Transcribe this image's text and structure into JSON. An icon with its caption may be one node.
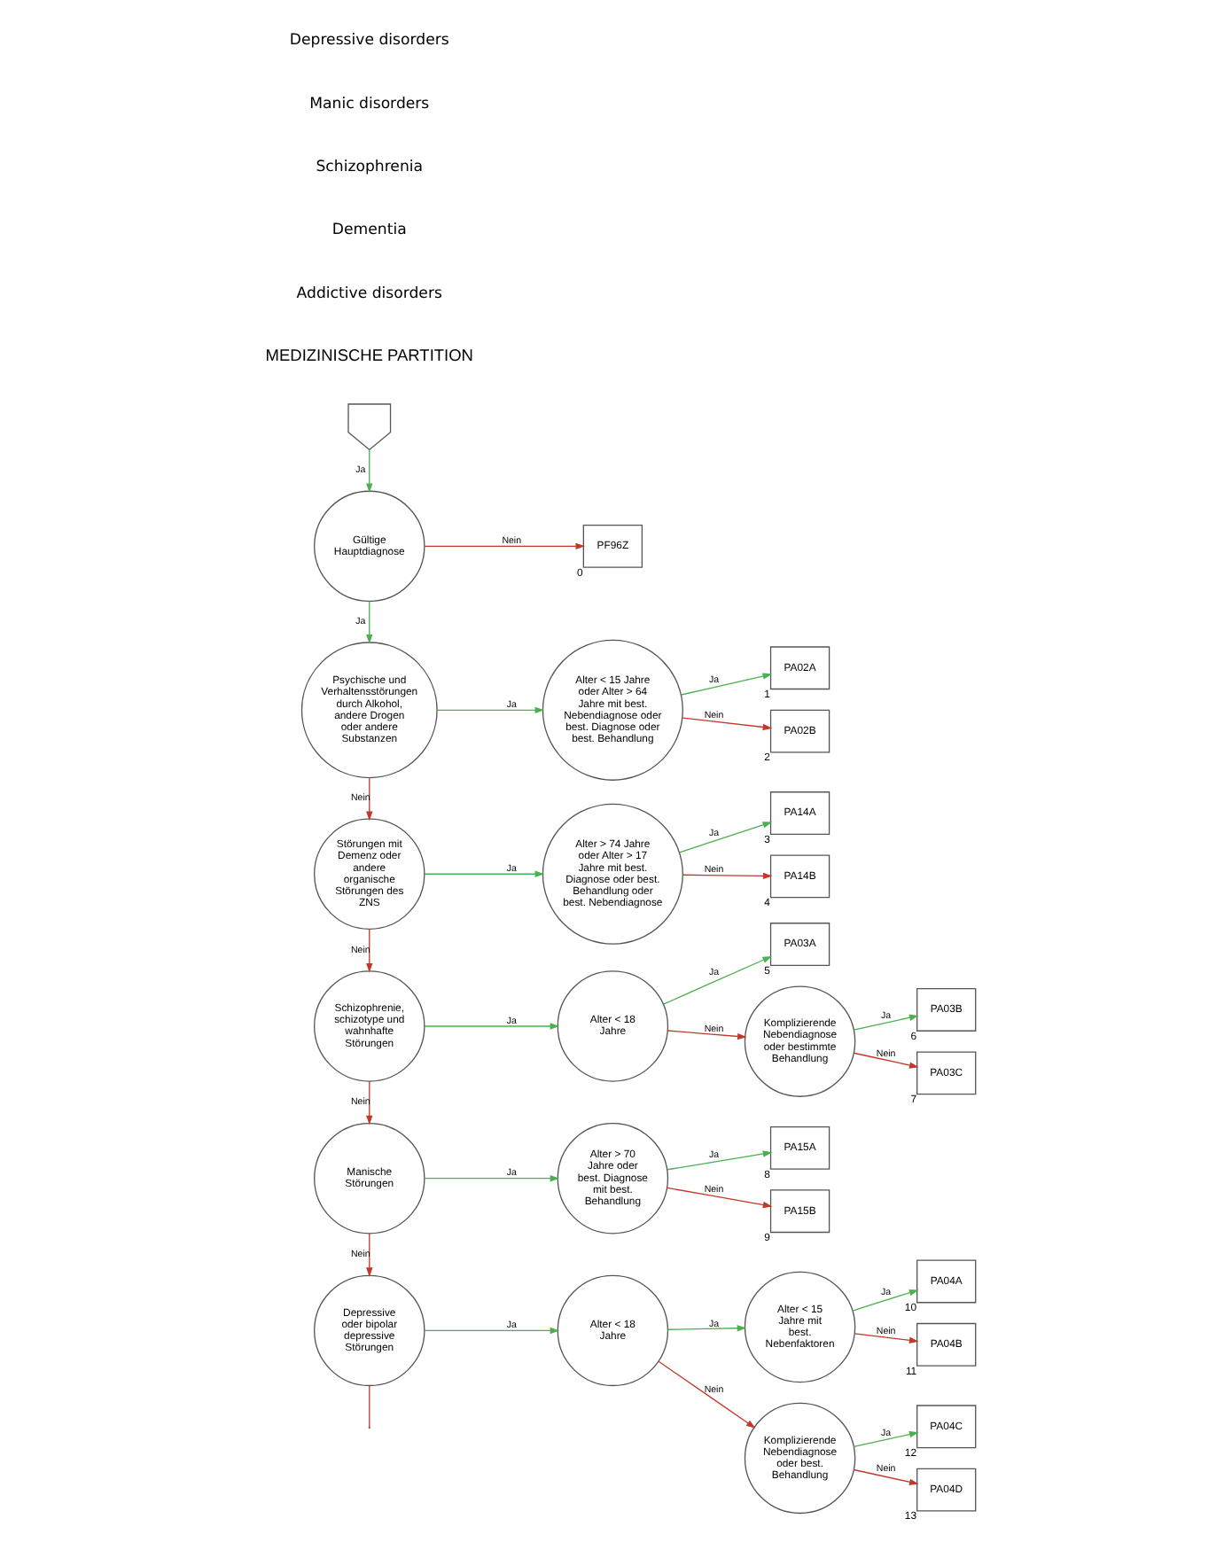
{
  "diagram": {
    "nodes": [
      {
        "text": [],
        "shape": "pentagon"
      },
      {
        "text": [
          "Gültige Hauptdiagnose"
        ]
      },
      {
        "text": [
          "PF96Z"
        ],
        "beside": [
          "0"
        ]
      },
      {
        "text": [
          "Psychische und Verhaltensstörungen durch Alkohol, andere Drogen oder andere Substanzen"
        ]
      },
      {
        "text": [
          "Alter < 15 Jahre oder Alter > 64 Jahre mit best. Nebendiagnose oder best. Diagnose oder best. Behandlung"
        ]
      },
      {
        "text": [
          "PA02A"
        ],
        "beside": [
          "1"
        ]
      },
      {
        "text": [
          "PA02B"
        ],
        "beside": [
          "2"
        ]
      },
      {
        "text": [
          "Störungen mit Demenz oder andere organische Störungen des ZNS"
        ]
      },
      {
        "text": [
          "Alter > 74 Jahre oder Alter > 17 Jahre mit best. Diagnose oder best. Behandlung oder best. Nebendiagnose"
        ]
      },
      {
        "text": [
          "PA14A"
        ],
        "beside": [
          "3"
        ]
      },
      {
        "text": [
          "PA14B"
        ],
        "beside": [
          "4"
        ]
      },
      {
        "text": [
          "Schizophrenie, schizotype und wahnhafte Störungen"
        ]
      },
      {
        "text": [
          "Alter < 18 Jahre"
        ]
      },
      {
        "text": [
          "PA03A"
        ],
        "beside": [
          "5"
        ]
      },
      {
        "text": [
          "Komplizierende Nebendiagnose oder bestimmte Behandlung"
        ]
      },
      {
        "text": [
          "PA03B"
        ],
        "beside": [
          "6"
        ]
      },
      {
        "text": [
          "PA03C"
        ],
        "beside": [
          "7"
        ]
      },
      {
        "text": [
          "Manische Störungen"
        ]
      },
      {
        "text": [
          "Alter > 70 Jahre oder best. Diagnose mit best. Behandlung"
        ]
      },
      {
        "text": [
          "PA15A"
        ],
        "beside": [
          "8"
        ]
      },
      {
        "text": [
          "PA15B"
        ],
        "beside": [
          "9"
        ]
      },
      {
        "text": [
          "Depressive oder bipolar depressive Störungen"
        ]
      },
      {
        "text": [
          "Alter < 18 Jahre"
        ]
      },
      {
        "text": [
          "Alter < 15 Jahre mit best. Nebenfaktoren"
        ]
      },
      {
        "text": [
          "Komplizierende Nebendiagnose oder best. Behandlung"
        ]
      },
      {
        "text": [
          "PA04A"
        ],
        "beside": [
          "10"
        ]
      },
      {
        "text": [
          "PA04B"
        ],
        "beside": [
          "11"
        ]
      },
      {
        "text": [
          "PA04C"
        ],
        "beside": [
          "12"
        ]
      },
      {
        "text": [
          "PA04D"
        ],
        "beside": [
          "13"
        ]
      }
    ],
    "edges": [
      {
        "from": 0,
        "to": 1,
        "arrow": "to",
        "label": "Ja",
        "color": "#4caf50"
      },
      {
        "from": 1,
        "to": 2,
        "arrow": "to",
        "label": "Nein",
        "color": "#c0392b"
      },
      {
        "from": 1,
        "to": 3,
        "arrow": "to",
        "label": "Ja",
        "color": "#4caf50"
      },
      {
        "from": 3,
        "to": 4,
        "arrow": "to",
        "label": "Ja",
        "color": "#4caf50"
      },
      {
        "from": 4,
        "to": 5,
        "arrow": "to",
        "label": "Ja",
        "color": "#4caf50"
      },
      {
        "from": 4,
        "to": 6,
        "arrow": "to",
        "label": "Nein",
        "color": "#c0392b"
      },
      {
        "from": 3,
        "to": 7,
        "arrow": "to",
        "label": "Nein",
        "color": "#c0392b"
      },
      {
        "from": 7,
        "to": 8,
        "arrow": "to",
        "label": "Ja",
        "color": "#4caf50"
      },
      {
        "from": 8,
        "to": 9,
        "arrow": "to",
        "label": "Ja",
        "color": "#4caf50"
      },
      {
        "from": 8,
        "to": 10,
        "arrow": "to",
        "label": "Nein",
        "color": "#c0392b"
      },
      {
        "from": 7,
        "to": 11,
        "arrow": "to",
        "label": "Nein",
        "color": "#c0392b"
      },
      {
        "from": 11,
        "to": 12,
        "arrow": "to",
        "label": "Ja",
        "color": "#4caf50"
      },
      {
        "from": 12,
        "to": 13,
        "arrow": "to",
        "label": "Ja",
        "color": "#4caf50"
      },
      {
        "from": 12,
        "to": 14,
        "arrow": "to",
        "label": "Nein",
        "color": "#c0392b"
      },
      {
        "from": 14,
        "to": 15,
        "arrow": "to",
        "label": "Ja",
        "color": "#4caf50"
      },
      {
        "from": 14,
        "to": 16,
        "arrow": "to",
        "label": "Nein",
        "color": "#c0392b"
      },
      {
        "from": 11,
        "to": 17,
        "arrow": "to",
        "label": "Nein",
        "color": "#c0392b"
      },
      {
        "from": 17,
        "to": 18,
        "arrow": "to",
        "label": "Ja",
        "color": "#4caf50"
      },
      {
        "from": 18,
        "to": 19,
        "arrow": "to",
        "label": "Ja",
        "color": "#4caf50"
      },
      {
        "from": 18,
        "to": 20,
        "arrow": "to",
        "label": "Nein",
        "color": "#c0392b"
      },
      {
        "from": 17,
        "to": 21,
        "arrow": "to",
        "label": "Nein",
        "color": "#c0392b"
      },
      {
        "from": 21,
        "to": 22,
        "arrow": "to",
        "label": "Ja",
        "color": "#4caf50"
      },
      {
        "from": 22,
        "to": 23,
        "arrow": "to",
        "label": "Ja",
        "color": "#4caf50"
      },
      {
        "from": 22,
        "to": 24,
        "arrow": "to",
        "label": "Nein",
        "color": "#c0392b"
      },
      {
        "from": 23,
        "to": 25,
        "arrow": "to",
        "label": "Ja",
        "color": "#4caf50"
      },
      {
        "from": 23,
        "to": 26,
        "arrow": "to",
        "label": "Nein",
        "color": "#c0392b"
      },
      {
        "from": 24,
        "to": 27,
        "arrow": "to",
        "label": "Ja",
        "color": "#4caf50"
      },
      {
        "from": 24,
        "to": 28,
        "arrow": "to",
        "label": "Nein",
        "color": "#c0392b"
      },
      {
        "from": 21,
        "to": null,
        "arrow": "none",
        "color": "#c0392b"
      }
    ],
    "labels": [
      "MEDIZINISCHE PARTITION",
      "Addictive disorders",
      "Dementia",
      "Schizophrenia",
      "Manic disorders",
      "Depressive disorders"
    ]
  }
}
